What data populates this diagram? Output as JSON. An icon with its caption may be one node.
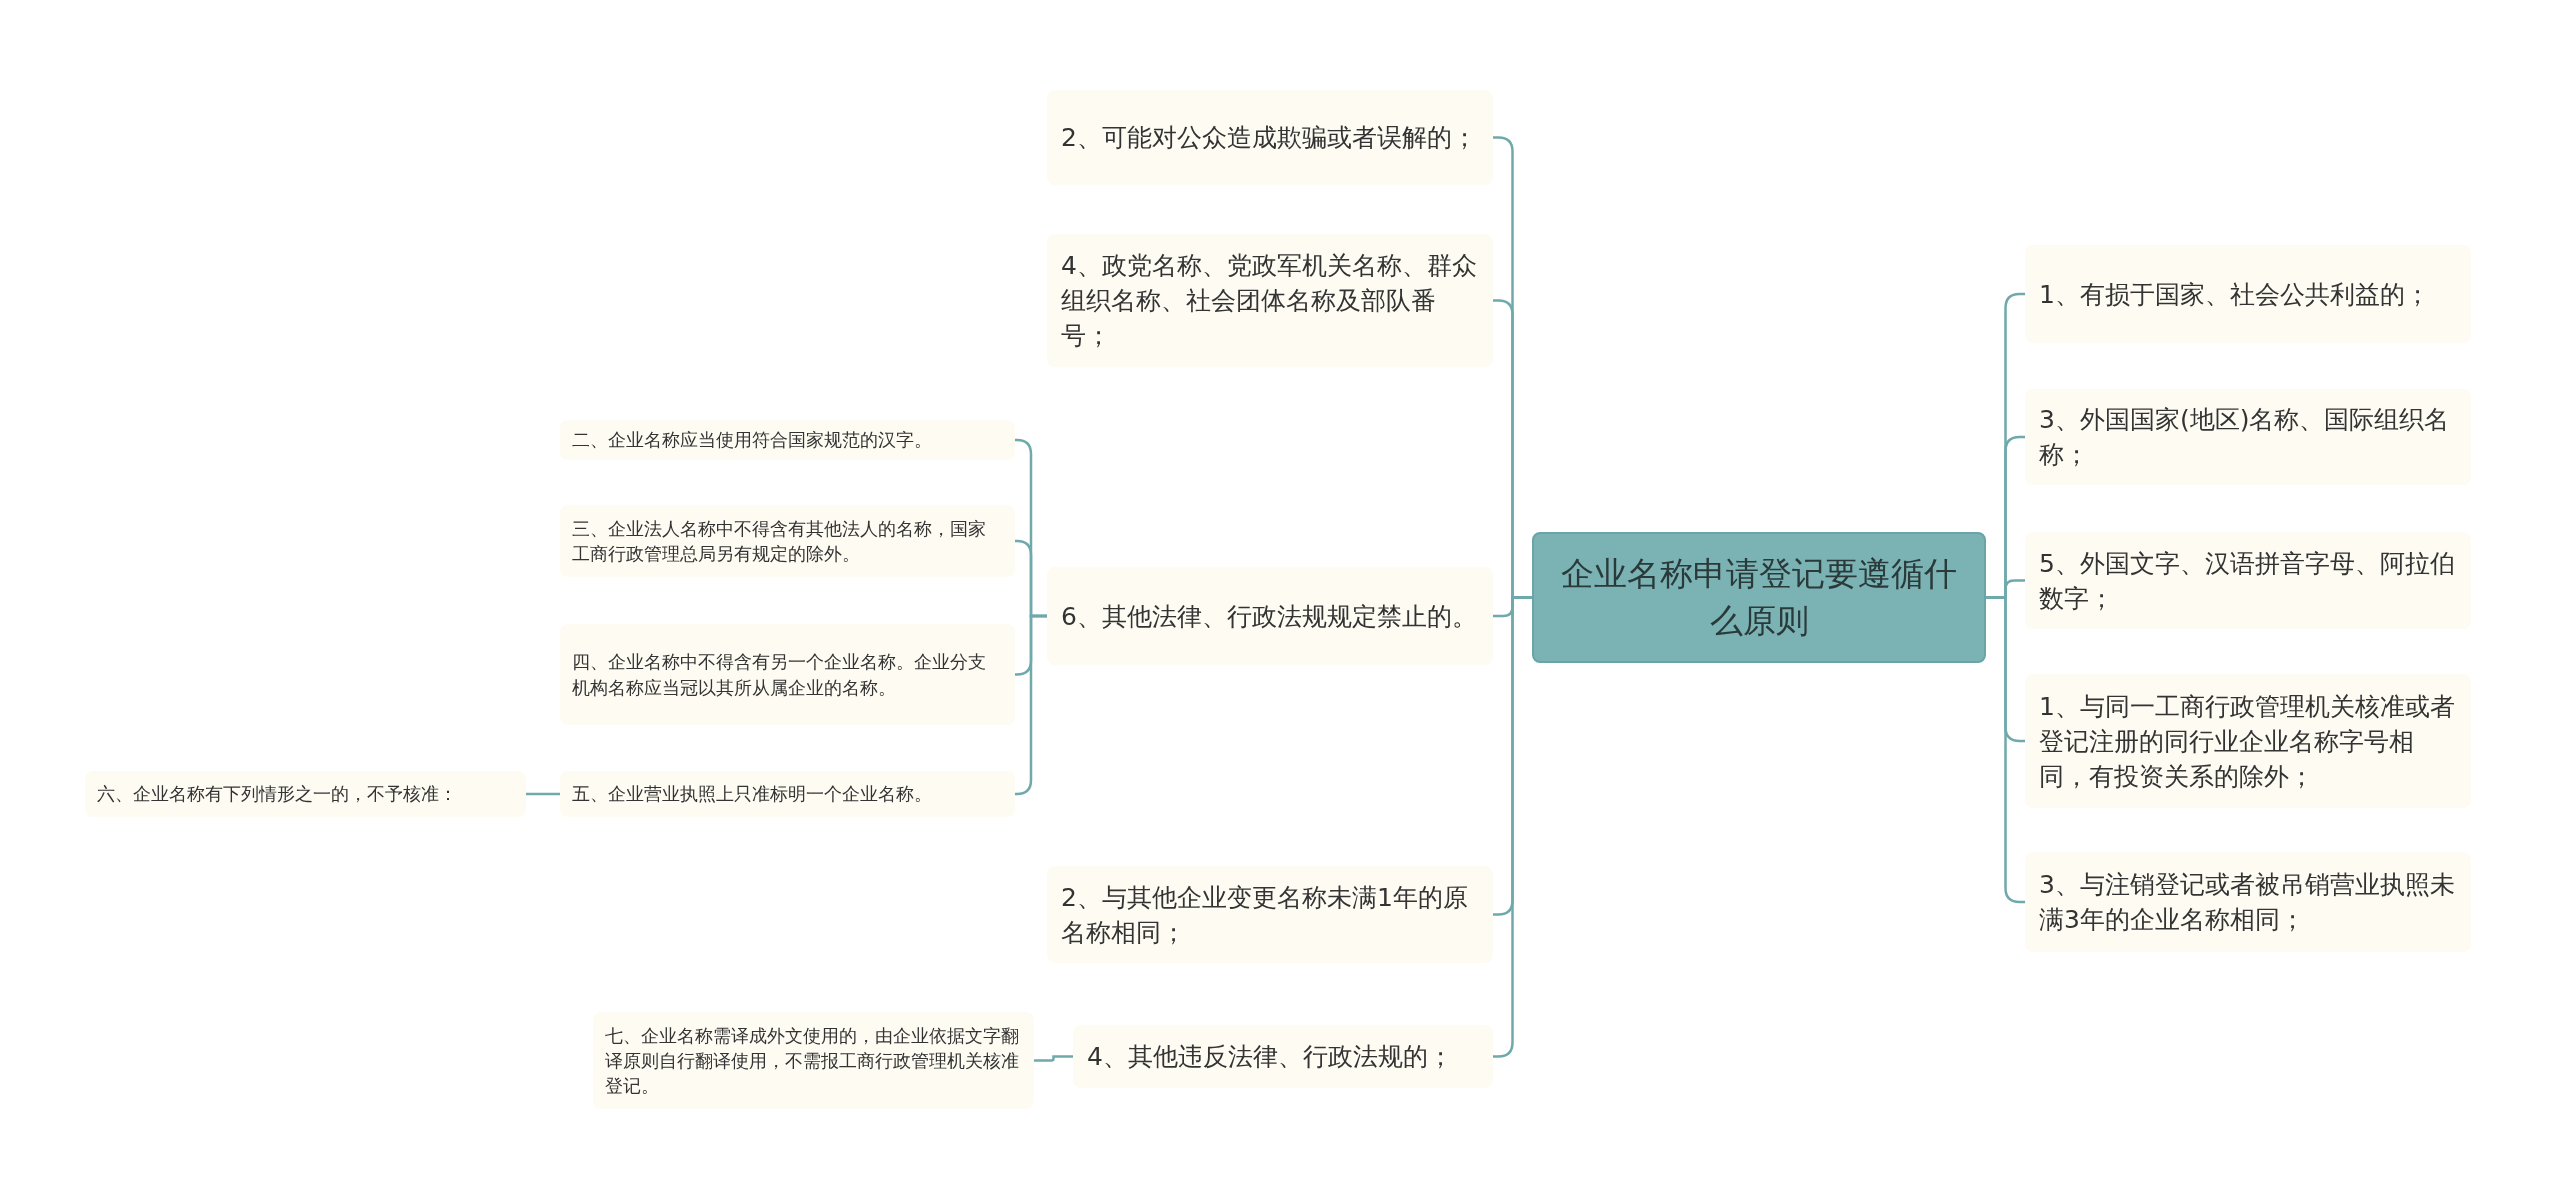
{
  "diagram": {
    "nodes": [
      {
        "text": [
          "企业名称申请登记要遵循什么原则"
        ]
      },
      {
        "text": [
          "1、有损于国家、社会公共利益的；"
        ]
      },
      {
        "text": [
          "3、外国国家(地区)名称、国际组织名称；"
        ]
      },
      {
        "text": [
          "5、外国文字、汉语拼音字母、阿拉伯数字；"
        ]
      },
      {
        "text": [
          "1、与同一工商行政管理机关核准或者登记注册的同行业企业名称字号相同，有投资关系的除外；"
        ]
      },
      {
        "text": [
          "3、与注销登记或者被吊销营业执照未满3年的企业名称相同；"
        ]
      },
      {
        "text": [
          "2、可能对公众造成欺骗或者误解的；"
        ]
      },
      {
        "text": [
          "4、政党名称、党政军机关名称、群众组织名称、社会团体名称及部队番号；"
        ]
      },
      {
        "text": [
          "6、其他法律、行政法规规定禁止的。"
        ]
      },
      {
        "text": [
          "二、企业名称应当使用符合国家规范的汉字。"
        ]
      },
      {
        "text": [
          "三、企业法人名称中不得含有其他法人的名称，国家工商行政管理总局另有规定的除外。"
        ]
      },
      {
        "text": [
          "四、企业名称中不得含有另一个企业名称。企业分支机构名称应当冠以其所从属企业的名称。"
        ]
      },
      {
        "text": [
          "五、企业营业执照上只准标明一个企业名称。"
        ]
      },
      {
        "text": [
          "六、企业名称有下列情形之一的，不予核准："
        ]
      },
      {
        "text": [
          "2、与其他企业变更名称未满1年的原名称相同；"
        ]
      },
      {
        "text": [
          "4、其他违反法律、行政法规的；"
        ]
      },
      {
        "text": [
          "七、企业名称需译成外文使用的，由企业依据文字翻译原则自行翻译使用，不需报工商行政管理机关核准登记。"
        ]
      }
    ],
    "edges": [
      {
        "from": 0,
        "to": 1,
        "arrow": "none"
      },
      {
        "from": 0,
        "to": 2,
        "arrow": "none"
      },
      {
        "from": 0,
        "to": 3,
        "arrow": "none"
      },
      {
        "from": 0,
        "to": 4,
        "arrow": "none"
      },
      {
        "from": 0,
        "to": 5,
        "arrow": "none"
      },
      {
        "from": 0,
        "to": 6,
        "arrow": "none"
      },
      {
        "from": 0,
        "to": 7,
        "arrow": "none"
      },
      {
        "from": 0,
        "to": 8,
        "arrow": "none"
      },
      {
        "from": 0,
        "to": 14,
        "arrow": "none"
      },
      {
        "from": 0,
        "to": 15,
        "arrow": "none"
      },
      {
        "from": 8,
        "to": 9,
        "arrow": "none"
      },
      {
        "from": 8,
        "to": 10,
        "arrow": "none"
      },
      {
        "from": 8,
        "to": 11,
        "arrow": "none"
      },
      {
        "from": 8,
        "to": 12,
        "arrow": "none"
      },
      {
        "from": 12,
        "to": 13,
        "arrow": "none"
      },
      {
        "from": 15,
        "to": 16,
        "arrow": "none"
      }
    ]
  }
}
